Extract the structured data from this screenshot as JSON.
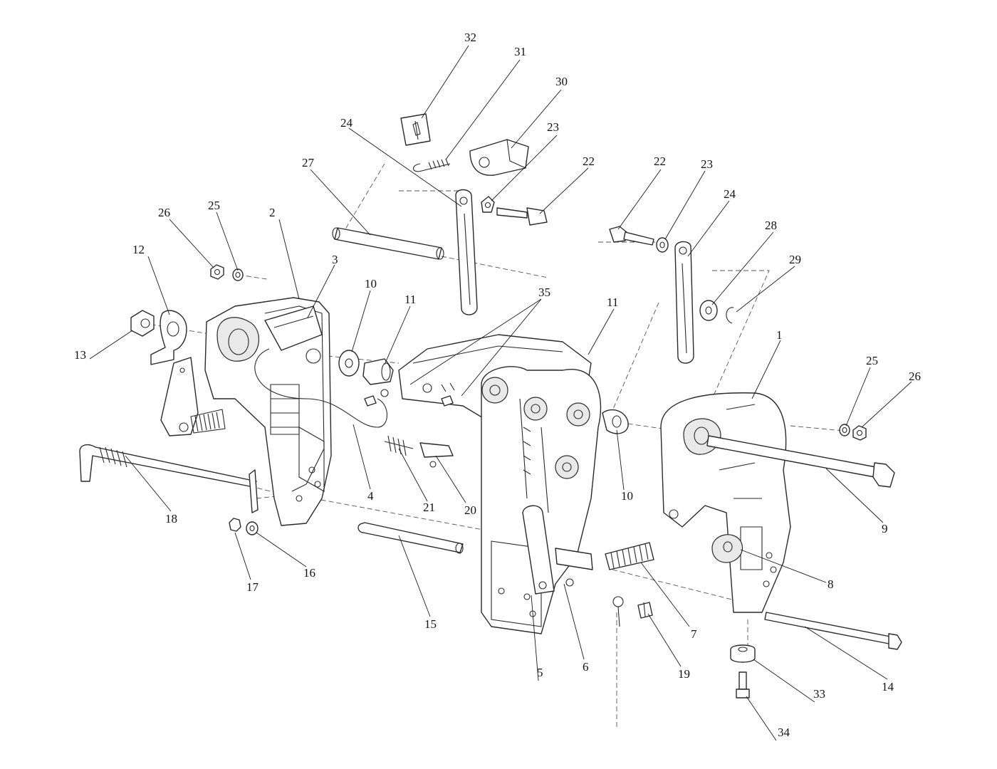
{
  "callouts": [
    {
      "id": "1",
      "label": "1"
    },
    {
      "id": "2",
      "label": "2"
    },
    {
      "id": "3",
      "label": "3"
    },
    {
      "id": "4",
      "label": "4"
    },
    {
      "id": "5",
      "label": "5"
    },
    {
      "id": "6",
      "label": "6"
    },
    {
      "id": "7",
      "label": "7"
    },
    {
      "id": "8",
      "label": "8"
    },
    {
      "id": "9",
      "label": "9"
    },
    {
      "id": "10a",
      "label": "10"
    },
    {
      "id": "10b",
      "label": "10"
    },
    {
      "id": "11a",
      "label": "11"
    },
    {
      "id": "11b",
      "label": "11"
    },
    {
      "id": "12",
      "label": "12"
    },
    {
      "id": "13",
      "label": "13"
    },
    {
      "id": "14",
      "label": "14"
    },
    {
      "id": "15",
      "label": "15"
    },
    {
      "id": "16",
      "label": "16"
    },
    {
      "id": "17",
      "label": "17"
    },
    {
      "id": "18",
      "label": "18"
    },
    {
      "id": "19",
      "label": "19"
    },
    {
      "id": "20",
      "label": "20"
    },
    {
      "id": "21",
      "label": "21"
    },
    {
      "id": "22a",
      "label": "22"
    },
    {
      "id": "22b",
      "label": "22"
    },
    {
      "id": "23a",
      "label": "23"
    },
    {
      "id": "23b",
      "label": "23"
    },
    {
      "id": "24a",
      "label": "24"
    },
    {
      "id": "24b",
      "label": "24"
    },
    {
      "id": "25a",
      "label": "25"
    },
    {
      "id": "25b",
      "label": "25"
    },
    {
      "id": "26a",
      "label": "26"
    },
    {
      "id": "26b",
      "label": "26"
    },
    {
      "id": "27",
      "label": "27"
    },
    {
      "id": "28",
      "label": "28"
    },
    {
      "id": "29",
      "label": "29"
    },
    {
      "id": "30",
      "label": "30"
    },
    {
      "id": "31",
      "label": "31"
    },
    {
      "id": "32",
      "label": "32"
    },
    {
      "id": "33",
      "label": "33"
    },
    {
      "id": "34",
      "label": "34"
    },
    {
      "id": "35",
      "label": "35"
    }
  ]
}
